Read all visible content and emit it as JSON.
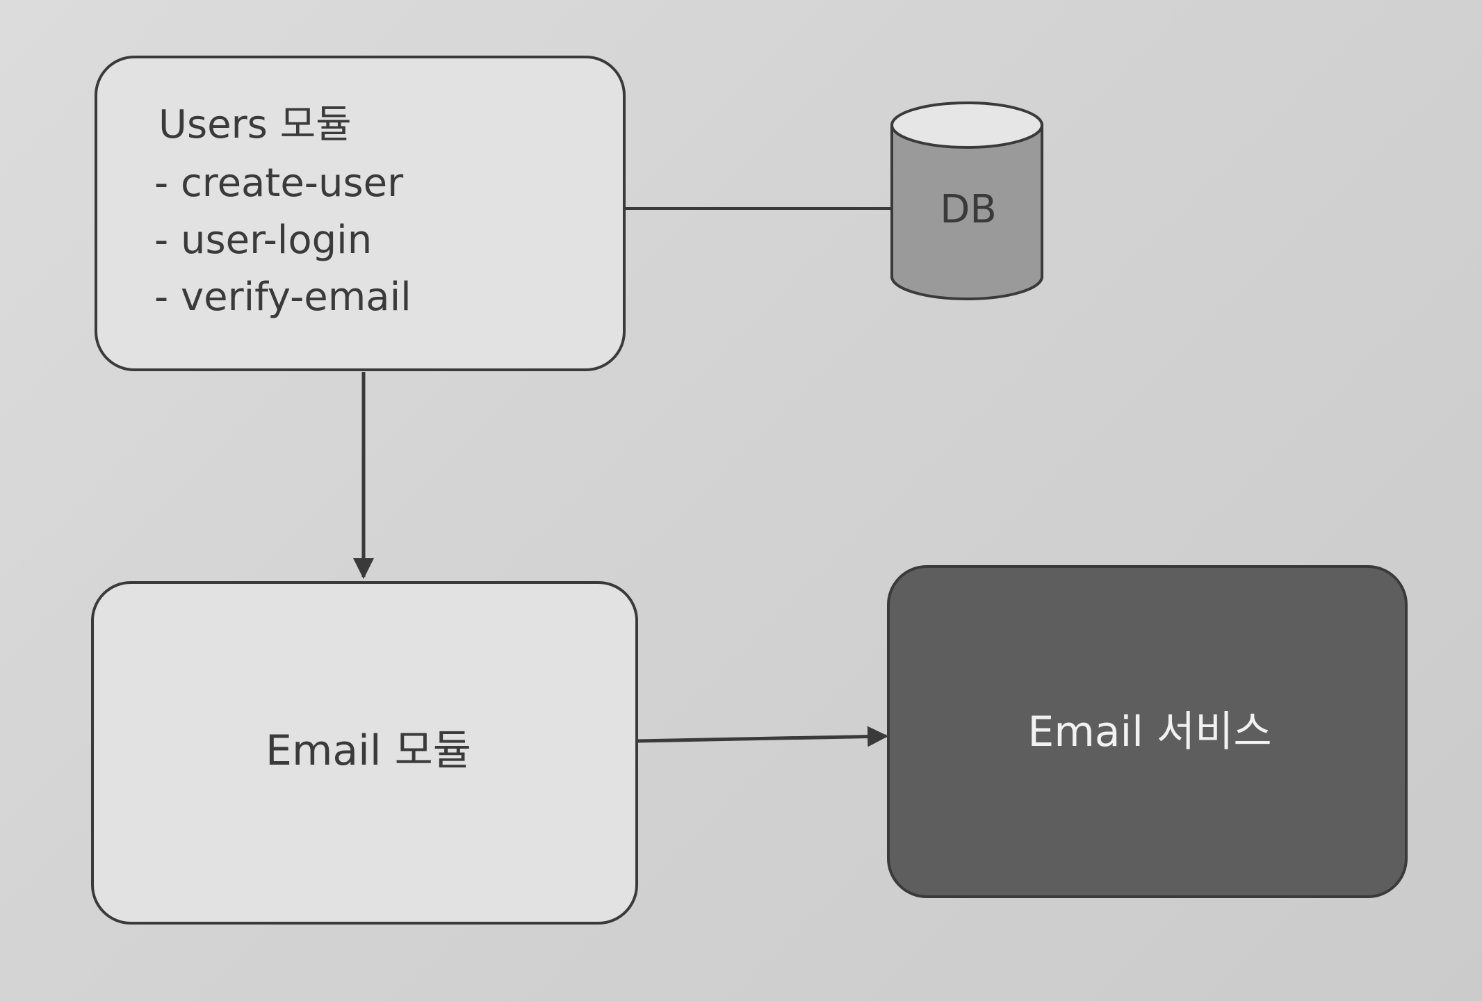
{
  "users_module": {
    "title": "Users 모듈",
    "items": [
      "- create-user",
      "- user-login",
      "- verify-email"
    ]
  },
  "db": {
    "label": "DB"
  },
  "email_module": {
    "label": "Email 모듈"
  },
  "email_service": {
    "label": "Email 서비스"
  },
  "colors": {
    "background": "#d4d4d4",
    "box_fill": "#e3e3e3",
    "stroke": "#3a3a3a",
    "db_fill": "#9a9a9a",
    "db_top": "#e6e6e6",
    "service_fill": "#5e5e5e",
    "service_text": "#f2f2f2",
    "text": "#3a3a3a"
  }
}
